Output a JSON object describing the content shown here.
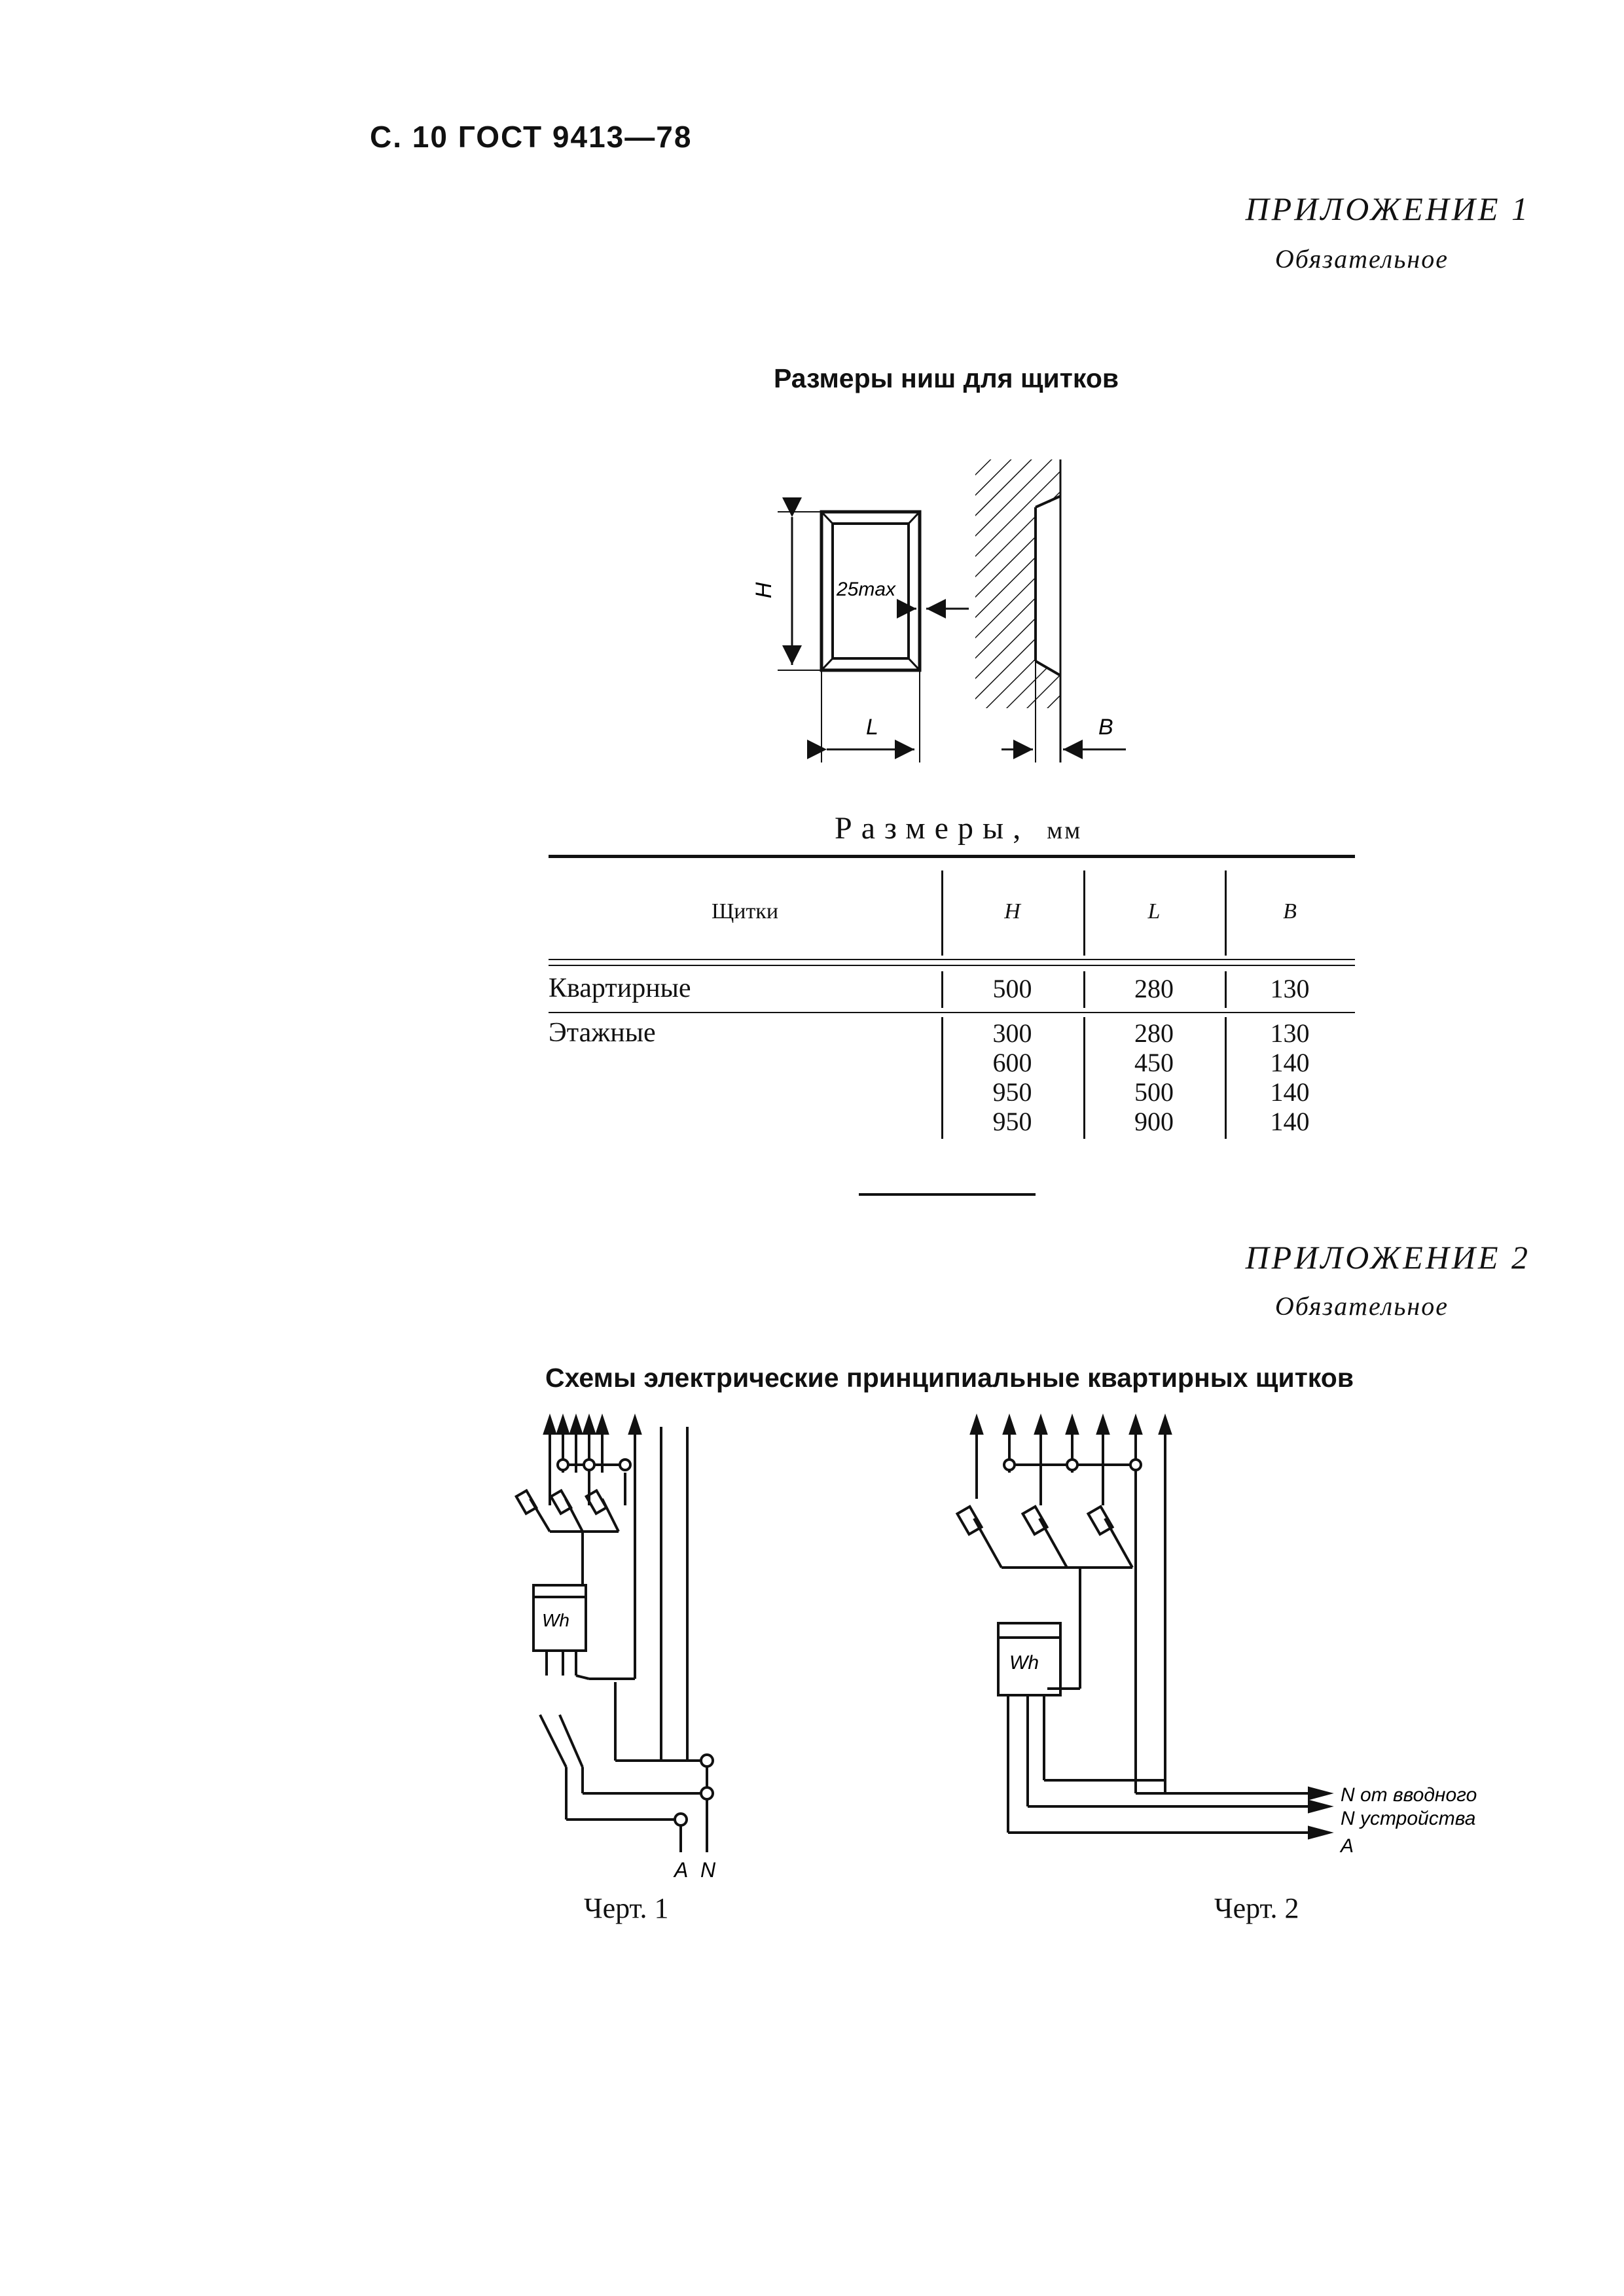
{
  "header": {
    "page_ref": "С. 10 ГОСТ 9413—78"
  },
  "appendix1": {
    "title": "ПРИЛОЖЕНИЕ 1",
    "status": "Обязательное",
    "heading": "Размеры ниш для щитков",
    "drawing": {
      "label_h": "H",
      "label_25max": "25max",
      "label_l": "L",
      "label_b": "B"
    },
    "table_caption": "Размеры,",
    "table_unit": "мм",
    "table": {
      "columns": [
        "Щитки",
        "H",
        "L",
        "B"
      ],
      "rows": [
        {
          "name": "Квартирные",
          "H": [
            "500"
          ],
          "L": [
            "280"
          ],
          "B": [
            "130"
          ]
        },
        {
          "name": "Этажные",
          "H": [
            "300",
            "600",
            "950",
            "950"
          ],
          "L": [
            "280",
            "450",
            "500",
            "900"
          ],
          "B": [
            "130",
            "140",
            "140",
            "140"
          ]
        }
      ]
    }
  },
  "appendix2": {
    "title": "ПРИЛОЖЕНИЕ 2",
    "status": "Обязательное",
    "heading": "Схемы электрические принципиальные квартирных щитков",
    "fig1": {
      "meter_label": "Wh",
      "label_a": "A",
      "label_n": "N",
      "caption": "Черт. 1"
    },
    "fig2": {
      "meter_label": "Wh",
      "label_n1": "N от вводного",
      "label_n2": "N устройства",
      "label_a": "A",
      "caption": "Черт. 2"
    }
  }
}
